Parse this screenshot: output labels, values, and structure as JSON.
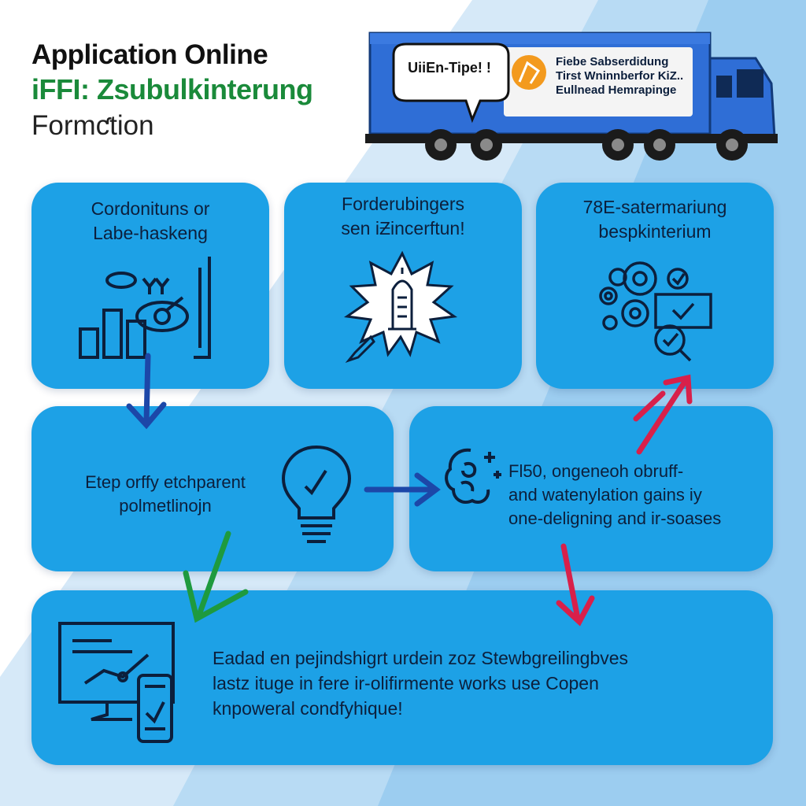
{
  "header": {
    "line1": "Application Online",
    "line2": "iFFI: Zsubulkinterung",
    "line3": "Formƈtion"
  },
  "truck": {
    "bubble": "UiiEn-Tipe! !",
    "lines": [
      "Fiebe Sabserdidung",
      "Tirst Wninnberfor KiZ..",
      "Eullnead Hemrapinge"
    ]
  },
  "boxes": {
    "box1": {
      "title": [
        "Cordonituns or",
        "Labe-haskeng"
      ]
    },
    "box2": {
      "title": [
        "Forderubingers",
        "sen iƵincerftun!"
      ]
    },
    "box3": {
      "title": [
        "78E-satermariung",
        "bespkinterium"
      ]
    },
    "box4": {
      "text": [
        "Etep orffy etchparent",
        "polmetlinojn"
      ]
    },
    "box5": {
      "text": [
        "Fl50, ongeneoh obruff-",
        "and watenylation gains iy",
        "one-deligning and ir-soases"
      ]
    },
    "box6": {
      "text": [
        "Eadad en pejindshigrt urdein zoz Stewbgreilingbves",
        "lastz ituge in fere ir-olifirmente works use Copen",
        "knpoweral condfyhique!"
      ]
    }
  },
  "colors": {
    "box_blue": "#1da1e6",
    "truck_blue": "#2f6ed6",
    "arrow_blue": "#1c47a8",
    "arrow_green": "#1e9a3e",
    "arrow_red": "#d8204a"
  },
  "icons": [
    "chart-eye-icon",
    "sun-building-icon",
    "gears-check-icon",
    "lightbulb-check-icon",
    "brain-plus-icon",
    "monitor-phone-icon"
  ]
}
